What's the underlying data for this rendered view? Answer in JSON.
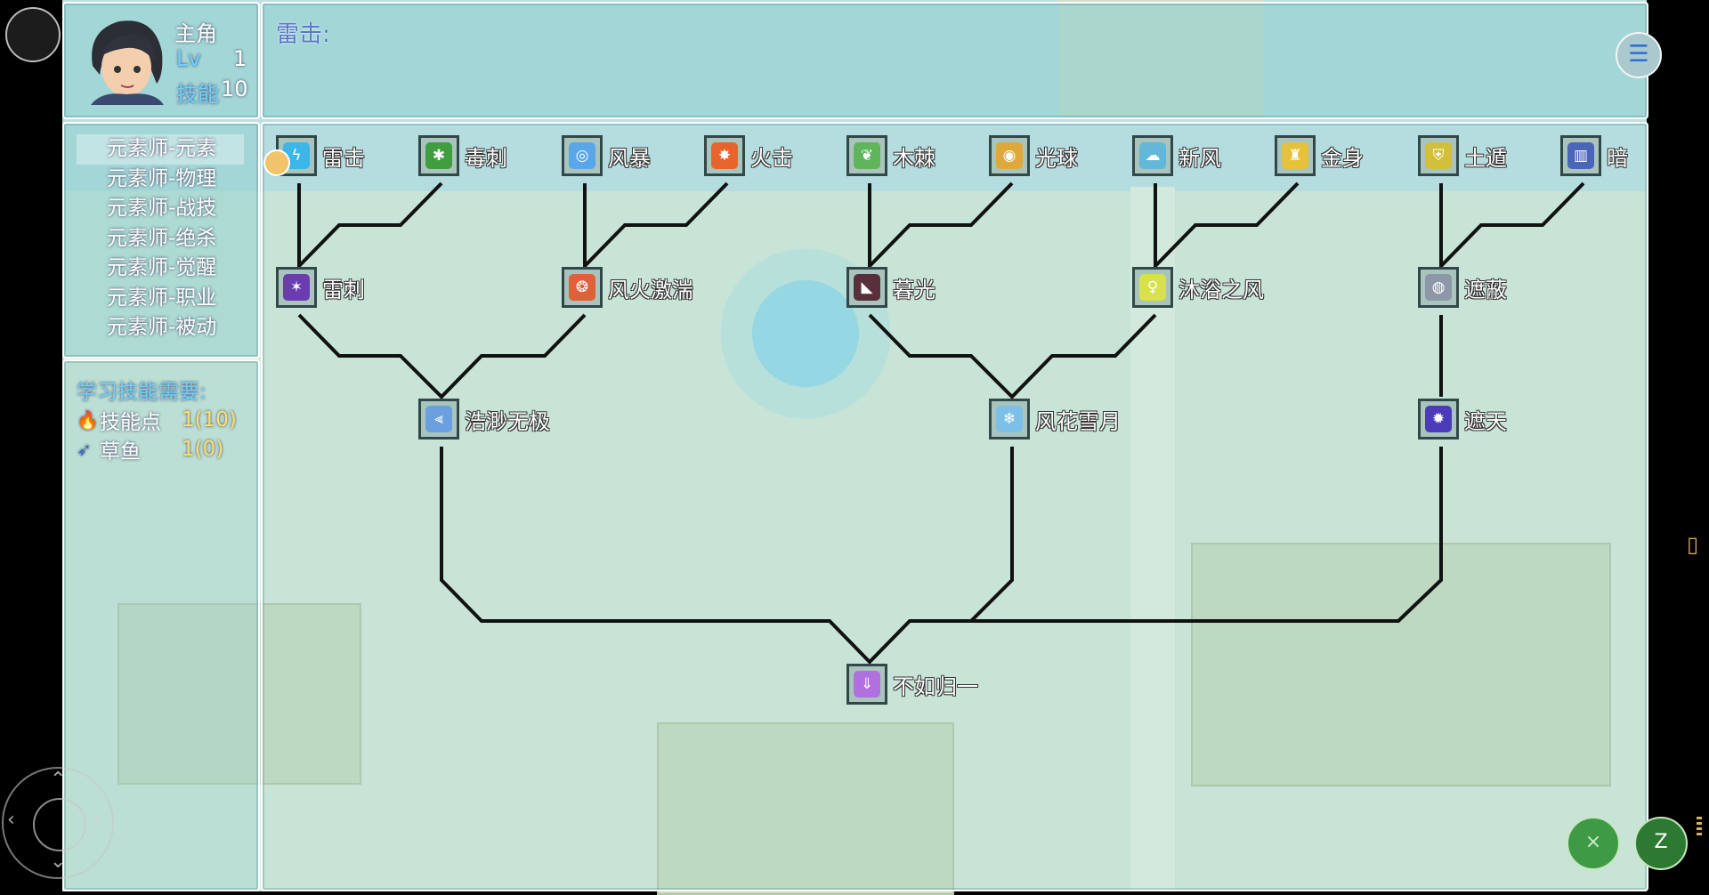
{
  "actor": {
    "name": "主角",
    "level_label": "Lv",
    "level": "1",
    "sp_label": "技能",
    "sp": "10"
  },
  "help": {
    "text": "雷击:"
  },
  "categories": [
    {
      "label": "元素师-元素",
      "selected": true
    },
    {
      "label": "元素师-物理",
      "selected": false
    },
    {
      "label": "元素师-战技",
      "selected": false
    },
    {
      "label": "元素师-绝杀",
      "selected": false
    },
    {
      "label": "元素师-觉醒",
      "selected": false
    },
    {
      "label": "元素师-职业",
      "selected": false
    },
    {
      "label": "元素师-被动",
      "selected": false
    }
  ],
  "requirements": {
    "title": "学习技能需要:",
    "items": [
      {
        "icon": "flame-icon",
        "label": "技能点",
        "value": "1(10)"
      },
      {
        "icon": "fish-icon",
        "label": "草鱼",
        "value": "1(0)"
      }
    ]
  },
  "skills": [
    {
      "id": "s1",
      "label": "雷击",
      "color": "#3bb6e8",
      "glyph": "ϟ"
    },
    {
      "id": "s2",
      "label": "毒刺",
      "color": "#3f9f3f",
      "glyph": "✱"
    },
    {
      "id": "s3",
      "label": "风暴",
      "color": "#59a7e8",
      "glyph": "◎"
    },
    {
      "id": "s4",
      "label": "火击",
      "color": "#e8642c",
      "glyph": "✸"
    },
    {
      "id": "s5",
      "label": "木棘",
      "color": "#5fb55a",
      "glyph": "❦"
    },
    {
      "id": "s6",
      "label": "光球",
      "color": "#e0a83a",
      "glyph": "◉"
    },
    {
      "id": "s7",
      "label": "新风",
      "color": "#63b7d8",
      "glyph": "☁"
    },
    {
      "id": "s8",
      "label": "金身",
      "color": "#e6c23a",
      "glyph": "♜"
    },
    {
      "id": "s9",
      "label": "土遁",
      "color": "#d2c03a",
      "glyph": "⛨"
    },
    {
      "id": "s10",
      "label": "暗",
      "color": "#4a66b8",
      "glyph": "▥"
    },
    {
      "id": "s11",
      "label": "雷刺",
      "color": "#6a3cb0",
      "glyph": "✶"
    },
    {
      "id": "s12",
      "label": "风火激湍",
      "color": "#e0603a",
      "glyph": "❂"
    },
    {
      "id": "s13",
      "label": "暮光",
      "color": "#5a2f3c",
      "glyph": "◣"
    },
    {
      "id": "s14",
      "label": "沐浴之风",
      "color": "#d8e04a",
      "glyph": "♀"
    },
    {
      "id": "s15",
      "label": "遮蔽",
      "color": "#8c98a8",
      "glyph": "◍"
    },
    {
      "id": "s16",
      "label": "浩渺无极",
      "color": "#6aa0e0",
      "glyph": "⫷"
    },
    {
      "id": "s17",
      "label": "风花雪月",
      "color": "#7cc0e8",
      "glyph": "❄"
    },
    {
      "id": "s18",
      "label": "遮天",
      "color": "#4a3cb8",
      "glyph": "✹"
    },
    {
      "id": "s19",
      "label": "不如归一",
      "color": "#b070e0",
      "glyph": "⇓"
    }
  ],
  "controls": {
    "menu_glyph": "☰",
    "btn_x": "×",
    "btn_z": "Z"
  },
  "colors": {
    "window_bg": "#8ccdcd",
    "link": "#111111",
    "highlight": "#ffe066"
  }
}
